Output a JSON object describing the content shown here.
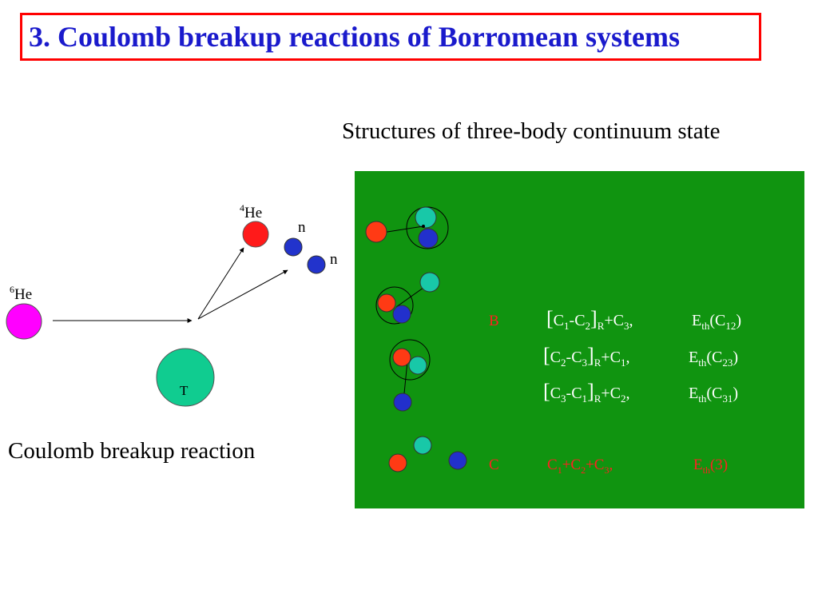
{
  "slide": {
    "title": "3. Coulomb breakup reactions of Borromean systems",
    "subtitle": "Structures of three-body continuum state",
    "caption": "Coulomb breakup reaction"
  },
  "reaction_diagram": {
    "projectile_mass": "6",
    "projectile_symbol": "He",
    "fragment_mass": "4",
    "fragment_symbol": "He",
    "neutron_label_1": "n",
    "neutron_label_2": "n",
    "target_label": "T"
  },
  "continuum_panel": {
    "row_b": {
      "label": "B",
      "channels": [
        {
          "open": "[",
          "a": "C",
          "a_sub": "1",
          "dash": "-",
          "b": "C",
          "b_sub": "2",
          "close": "]",
          "r": "R",
          "plus": "+C",
          "c_sub": "3",
          "comma": ",",
          "e": "E",
          "e_sub": "th",
          "e_open": "(C",
          "e_arg": "12",
          "e_close": ")"
        },
        {
          "open": "[",
          "a": "C",
          "a_sub": "2",
          "dash": "-",
          "b": "C",
          "b_sub": "3",
          "close": "]",
          "r": "R",
          "plus": "+C",
          "c_sub": "1",
          "comma": ",",
          "e": "E",
          "e_sub": "th",
          "e_open": "(C",
          "e_arg": "23",
          "e_close": ")"
        },
        {
          "open": "[",
          "a": "C",
          "a_sub": "3",
          "dash": "-",
          "b": "C",
          "b_sub": "1",
          "close": "]",
          "r": "R",
          "plus": "+C",
          "c_sub": "2",
          "comma": ",",
          "e": "E",
          "e_sub": "th",
          "e_open": "(C",
          "e_arg": "31",
          "e_close": ")"
        }
      ]
    },
    "row_c": {
      "label": "C",
      "c1": "C",
      "c1_sub": "1",
      "p1": "+C",
      "c2_sub": "2",
      "p2": "+C",
      "c3_sub": "3",
      "comma": ",",
      "e": "E",
      "e_sub": "th",
      "e_arg": "(3)"
    }
  },
  "colors": {
    "title_text": "#1a1acc",
    "title_border": "#ff0000",
    "panel_bg": "#109410",
    "projectile": "#ff00ff",
    "alpha": "#ff1a1a",
    "neutron": "#2233cc",
    "target": "#10cc90",
    "cluster_red": "#ff3a14",
    "cluster_teal": "#18c8a8",
    "cluster_blue": "#2230cc"
  }
}
